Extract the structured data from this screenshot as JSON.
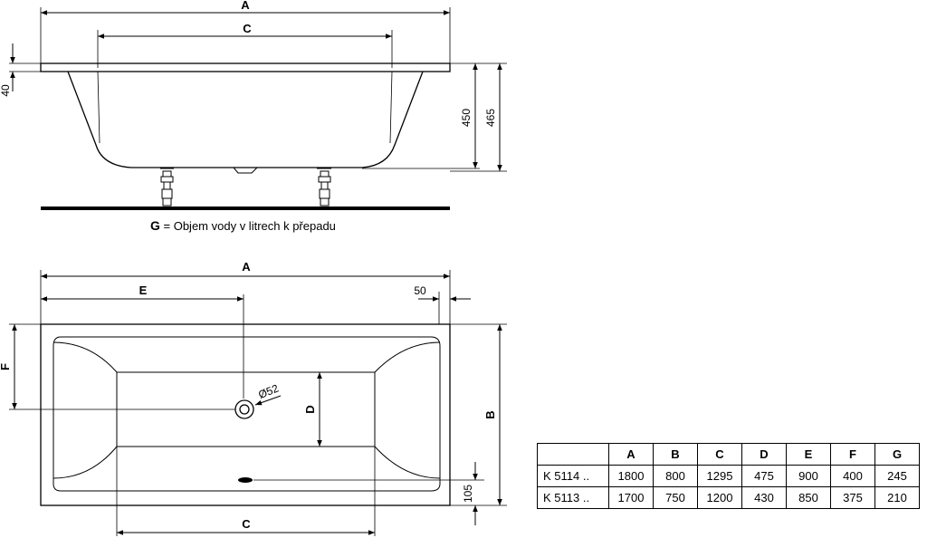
{
  "labels": {
    "side_A": "A",
    "side_C": "C",
    "side_40": "40",
    "side_450": "450",
    "side_465": "465",
    "top_A": "A",
    "top_E": "E",
    "top_50": "50",
    "top_F": "F",
    "top_D": "D",
    "top_B": "B",
    "top_C": "C",
    "top_105": "105",
    "drain": "Ø52"
  },
  "caption": {
    "key": "G",
    "text": "= Objem vody v litrech k přepadu"
  },
  "table": {
    "headers": [
      "",
      "A",
      "B",
      "C",
      "D",
      "E",
      "F",
      "G"
    ],
    "rows": [
      {
        "model": "K 5114 ..",
        "values": [
          "1800",
          "800",
          "1295",
          "475",
          "900",
          "400",
          "245"
        ]
      },
      {
        "model": "K 5113 ..",
        "values": [
          "1700",
          "750",
          "1200",
          "430",
          "850",
          "375",
          "210"
        ]
      }
    ]
  }
}
